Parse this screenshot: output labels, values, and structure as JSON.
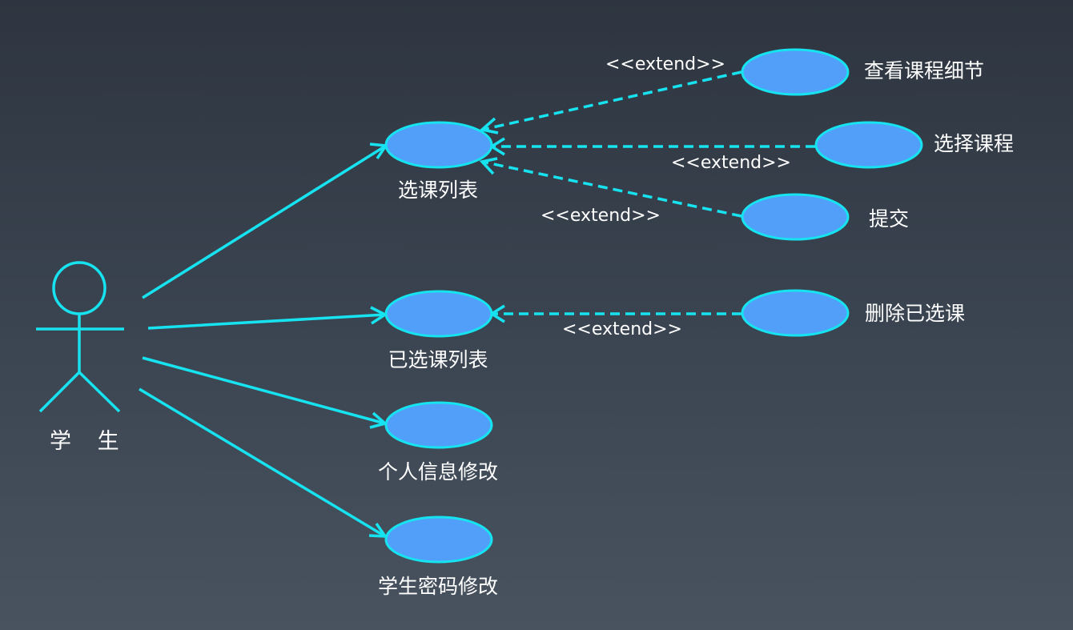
{
  "actor": {
    "label": "学 生"
  },
  "use_cases": {
    "course_list": "选课列表",
    "selected_list": "已选课列表",
    "personal_info": "个人信息修改",
    "password": "学生密码修改",
    "view_detail": "查看课程细节",
    "select_course": "选择课程",
    "submit": "提交",
    "delete_selected": "删除已选课"
  },
  "relations": {
    "extend_view_detail": "<<extend>>",
    "extend_select_course": "<<extend>>",
    "extend_submit": "<<extend>>",
    "extend_delete": "<<extend>>"
  },
  "colors": {
    "line": "#17e3f0",
    "usecase_fill": "#519ff8",
    "text": "#ffffff"
  }
}
